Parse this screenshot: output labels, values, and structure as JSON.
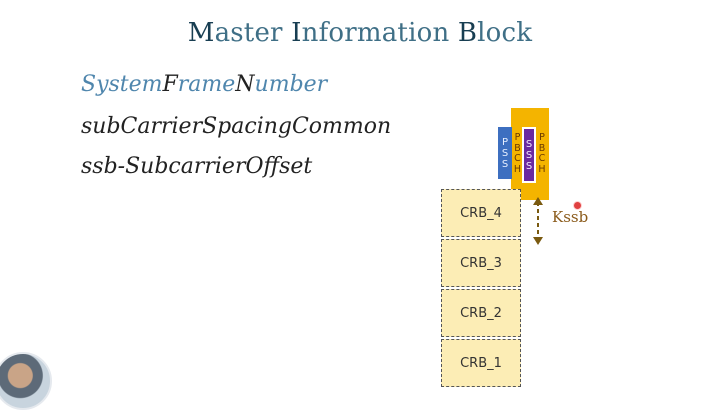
{
  "title": {
    "parts": [
      {
        "cap": "M",
        "rest": "aster "
      },
      {
        "cap": "I",
        "rest": "nformation "
      },
      {
        "cap": "B",
        "rest": "lock"
      }
    ]
  },
  "fields": {
    "f1": {
      "s1": "System",
      "k1": "F",
      "s2": "rame",
      "k2": "N",
      "s3": "umber"
    },
    "f2": "subCarrierSpacingCommon",
    "f3": "ssb-SubcarrierOffset"
  },
  "ssb": {
    "pss": [
      "P",
      "S",
      "S"
    ],
    "pbch_left": [
      "P",
      "B",
      "C",
      "H"
    ],
    "sss": [
      "S",
      "S",
      "S"
    ],
    "pbch_right": [
      "P",
      "B",
      "C",
      "H"
    ]
  },
  "crbs": [
    "CRB_4",
    "CRB_3",
    "CRB_2",
    "CRB_1"
  ],
  "offset_label": "Kssb",
  "colors": {
    "pbch": "#f4b400",
    "pss": "#3d6fc0",
    "sss": "#6a2aa0",
    "crb_fill": "#fcedb5",
    "title_light": "#3f6f86",
    "title_dark": "#183e52",
    "field_blue": "#4f86ad",
    "arrow": "#7a5a10"
  }
}
